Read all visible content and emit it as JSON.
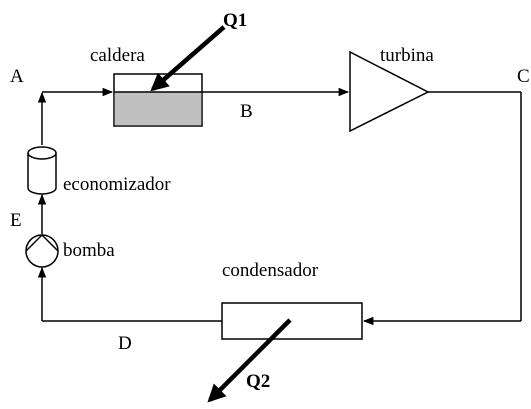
{
  "labels": {
    "caldera": "caldera",
    "turbina": "turbina",
    "condensador": "condensador",
    "economizador": "economizador",
    "bomba": "bomba",
    "point_a": "A",
    "point_b": "B",
    "point_c": "C",
    "point_d": "D",
    "point_e": "E",
    "heat_in": "Q1",
    "heat_out": "Q2"
  },
  "colors": {
    "line": "#000000",
    "boiler_fill": "#c0c0c0",
    "background": "#ffffff"
  },
  "icons": {
    "pump": "pump-icon",
    "economizer": "cylinder-icon",
    "turbine": "triangle-icon",
    "heat_arrow": "arrow-icon"
  }
}
